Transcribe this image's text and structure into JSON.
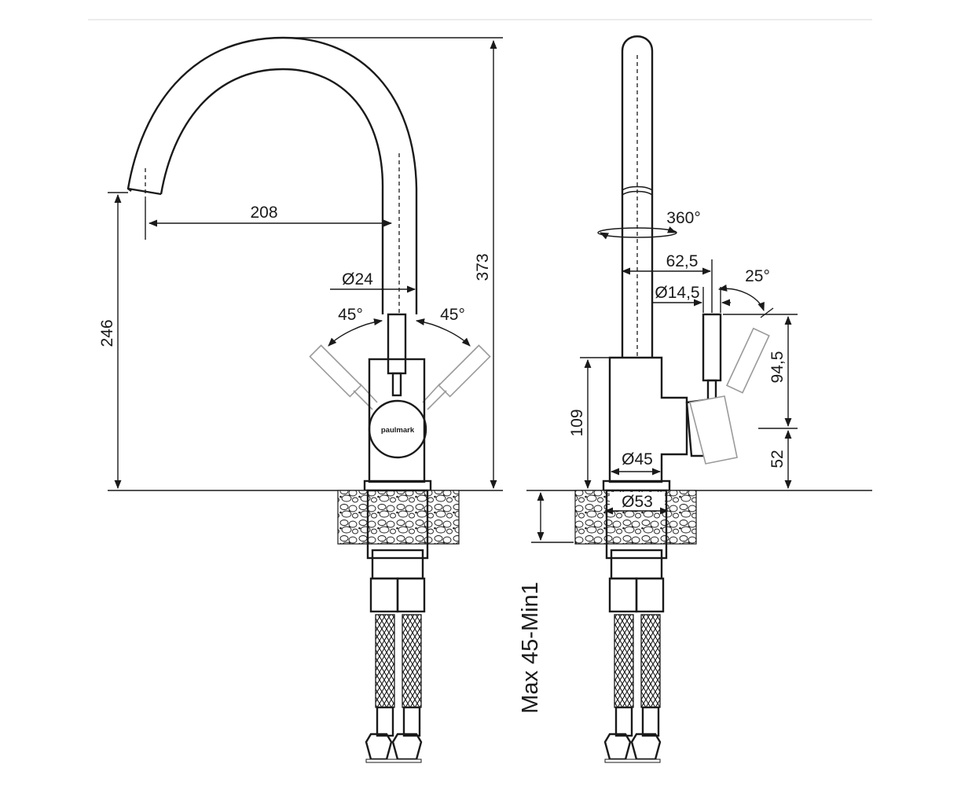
{
  "brand": {
    "logo_text": "paulmark"
  },
  "front_view": {
    "spout_reach": "208",
    "spout_height": "246",
    "total_height": "373",
    "body_diameter": "Ø24",
    "lever_left_angle": "45°",
    "lever_right_angle": "45°"
  },
  "side_view": {
    "rotation": "360°",
    "lever_offset": "62,5",
    "lever_diameter": "Ø14,5",
    "lever_tilt": "25°",
    "lever_height": "94,5",
    "lever_base": "52",
    "body_height": "109",
    "body_diameter": "Ø45",
    "base_diameter": "Ø53",
    "mount_thickness": "Max 45-Min1"
  },
  "colors": {
    "line": "#1a1a1a",
    "ghost": "#9a9a9a",
    "rule": "#e6e6e6"
  }
}
